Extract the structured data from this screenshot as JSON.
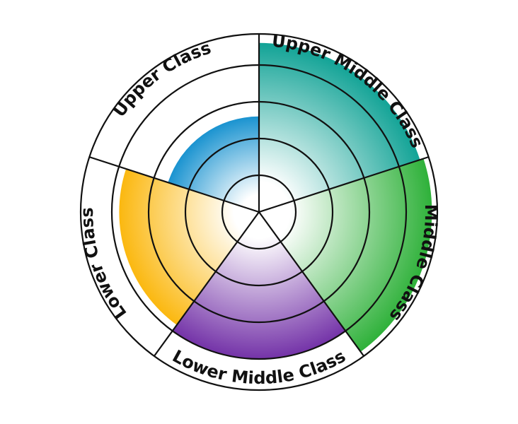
{
  "chart_data": {
    "type": "polar-area",
    "title": "",
    "categories": [
      "Upper Middle Class",
      "Middle Class",
      "Lower Middle Class",
      "Lower Class",
      "Upper Class"
    ],
    "values": [
      4.6,
      4.7,
      4.0,
      3.8,
      2.6
    ],
    "rmax": 5.0,
    "rings": [
      1,
      2,
      3,
      4
    ],
    "grid": true,
    "legend": "none",
    "colors": [
      "#12a396",
      "#2fb13a",
      "#7433a8",
      "#fbb810",
      "#1a93d0"
    ]
  }
}
